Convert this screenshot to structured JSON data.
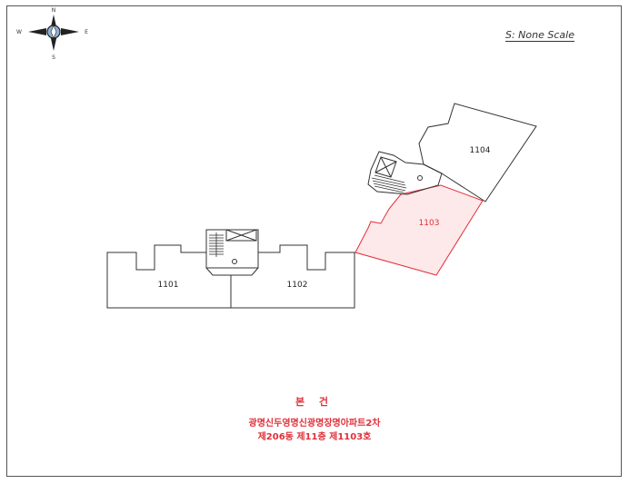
{
  "compass": {
    "north": "N",
    "south": "S",
    "west": "W",
    "east": "E"
  },
  "scale_label": "S: None Scale",
  "units": {
    "u1101": "1101",
    "u1102": "1102",
    "u1103": "1103",
    "u1104": "1104"
  },
  "highlight_color": "#fde8ea",
  "highlight_stroke": "#e0303a",
  "caption": {
    "title": "본 건",
    "line1": "광명신두영명신광명장명아파트2차",
    "line2": "제206동 제11층 제1103호"
  }
}
